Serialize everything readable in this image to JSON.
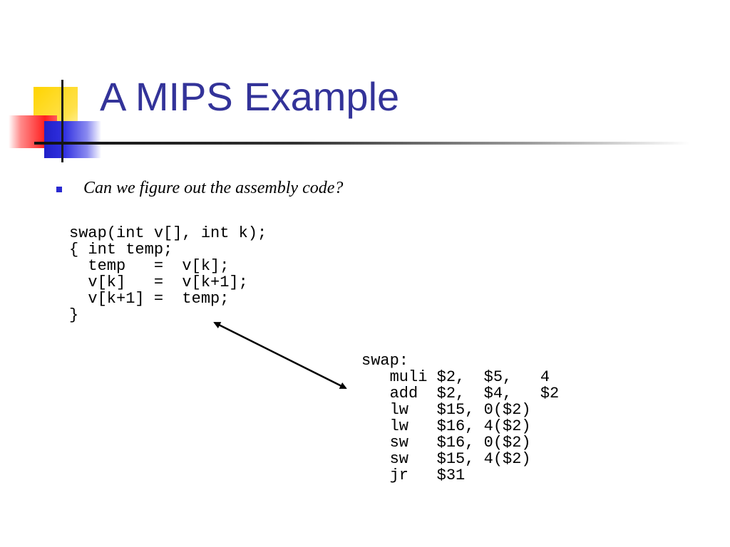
{
  "slide": {
    "title": "A MIPS Example",
    "bullet": "Can we figure out the assembly code?",
    "c_code": [
      "swap(int v[], int k);",
      "{ int temp;",
      "  temp   =  v[k];",
      "  v[k]   =  v[k+1];",
      "  v[k+1] =  temp;",
      "}"
    ],
    "asm_code": [
      "swap:",
      "   muli $2,  $5,   4",
      "   add  $2,  $4,   $2",
      "   lw   $15, 0($2)",
      "   lw   $16, 4($2)",
      "   sw   $16, 0($2)",
      "   sw   $15, 4($2)",
      "   jr   $31"
    ]
  },
  "colors": {
    "title": "#333399",
    "bullet_marker": "#2a2ad0",
    "text": "#000000",
    "deco_yellow": "#ffd400",
    "deco_red": "#ff1f1f",
    "deco_blue": "#2020c8"
  },
  "icons": {
    "bullet": "square-bullet-icon",
    "connector": "double-headed-arrow-icon"
  }
}
